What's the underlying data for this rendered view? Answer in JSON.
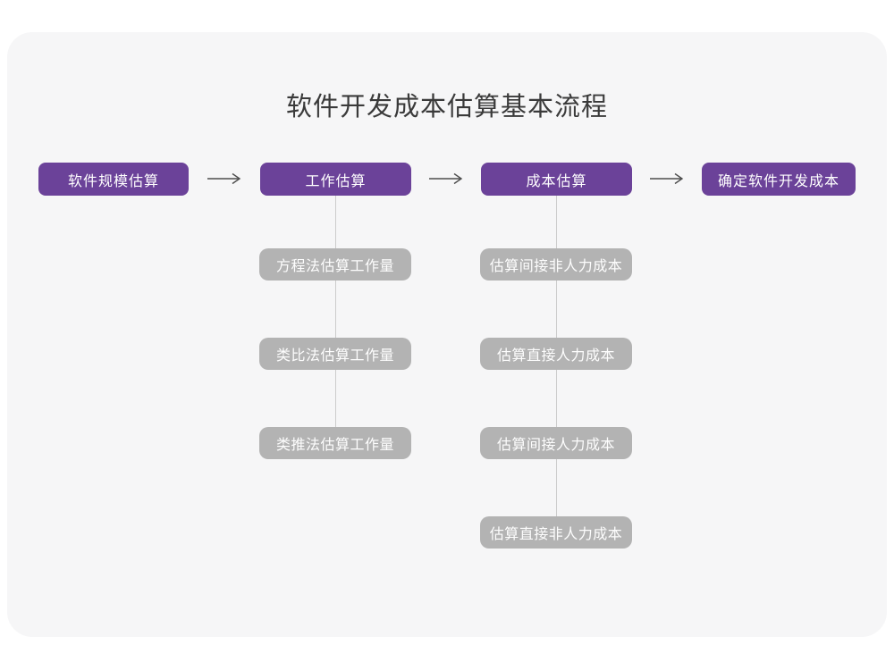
{
  "title": "软件开发成本估算基本流程",
  "steps": [
    {
      "label": "软件规模估算",
      "substeps": []
    },
    {
      "label": "工作估算",
      "substeps": [
        "方程法估算工作量",
        "类比法估算工作量",
        "类推法估算工作量"
      ]
    },
    {
      "label": "成本估算",
      "substeps": [
        "估算间接非人力成本",
        "估算直接人力成本",
        "估算间接人力成本",
        "估算直接非人力成本"
      ]
    },
    {
      "label": "确定软件开发成本",
      "substeps": []
    }
  ],
  "colors": {
    "primary_box": "#6b4299",
    "sub_box": "#b3b3b3",
    "card_background": "#f6f6f7",
    "page_background": "#ffffff",
    "title_text": "#3a3a3a",
    "box_text": "#ffffff",
    "arrow": "#4d4d4d",
    "connector_line": "#cccccc"
  }
}
